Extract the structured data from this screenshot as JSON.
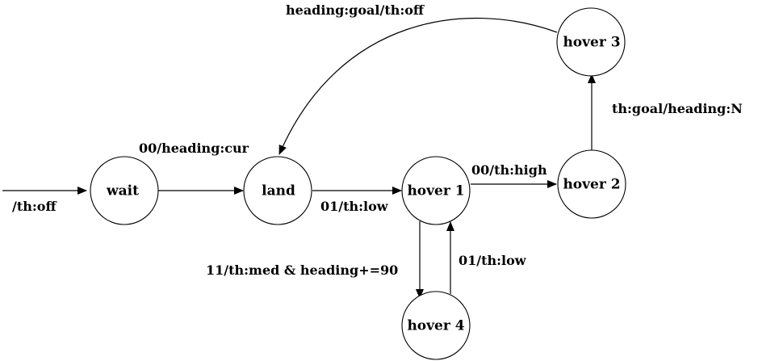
{
  "diagram": {
    "type": "state-machine",
    "states": {
      "wait": "wait",
      "land": "land",
      "hover1": "hover 1",
      "hover2": "hover 2",
      "hover3": "hover 3",
      "hover4": "hover 4"
    },
    "transitions": {
      "init": "/th:off",
      "wait_to_land": "00/heading:cur",
      "land_to_hover1": "01/th:low",
      "hover1_to_hover2": "00/th:high",
      "hover2_to_hover3": "th:goal/heading:N",
      "hover3_to_land": "heading:goal/th:off",
      "hover1_to_hover4": "11/th:med & heading+=90",
      "hover4_to_hover1": "01/th:low"
    }
  }
}
